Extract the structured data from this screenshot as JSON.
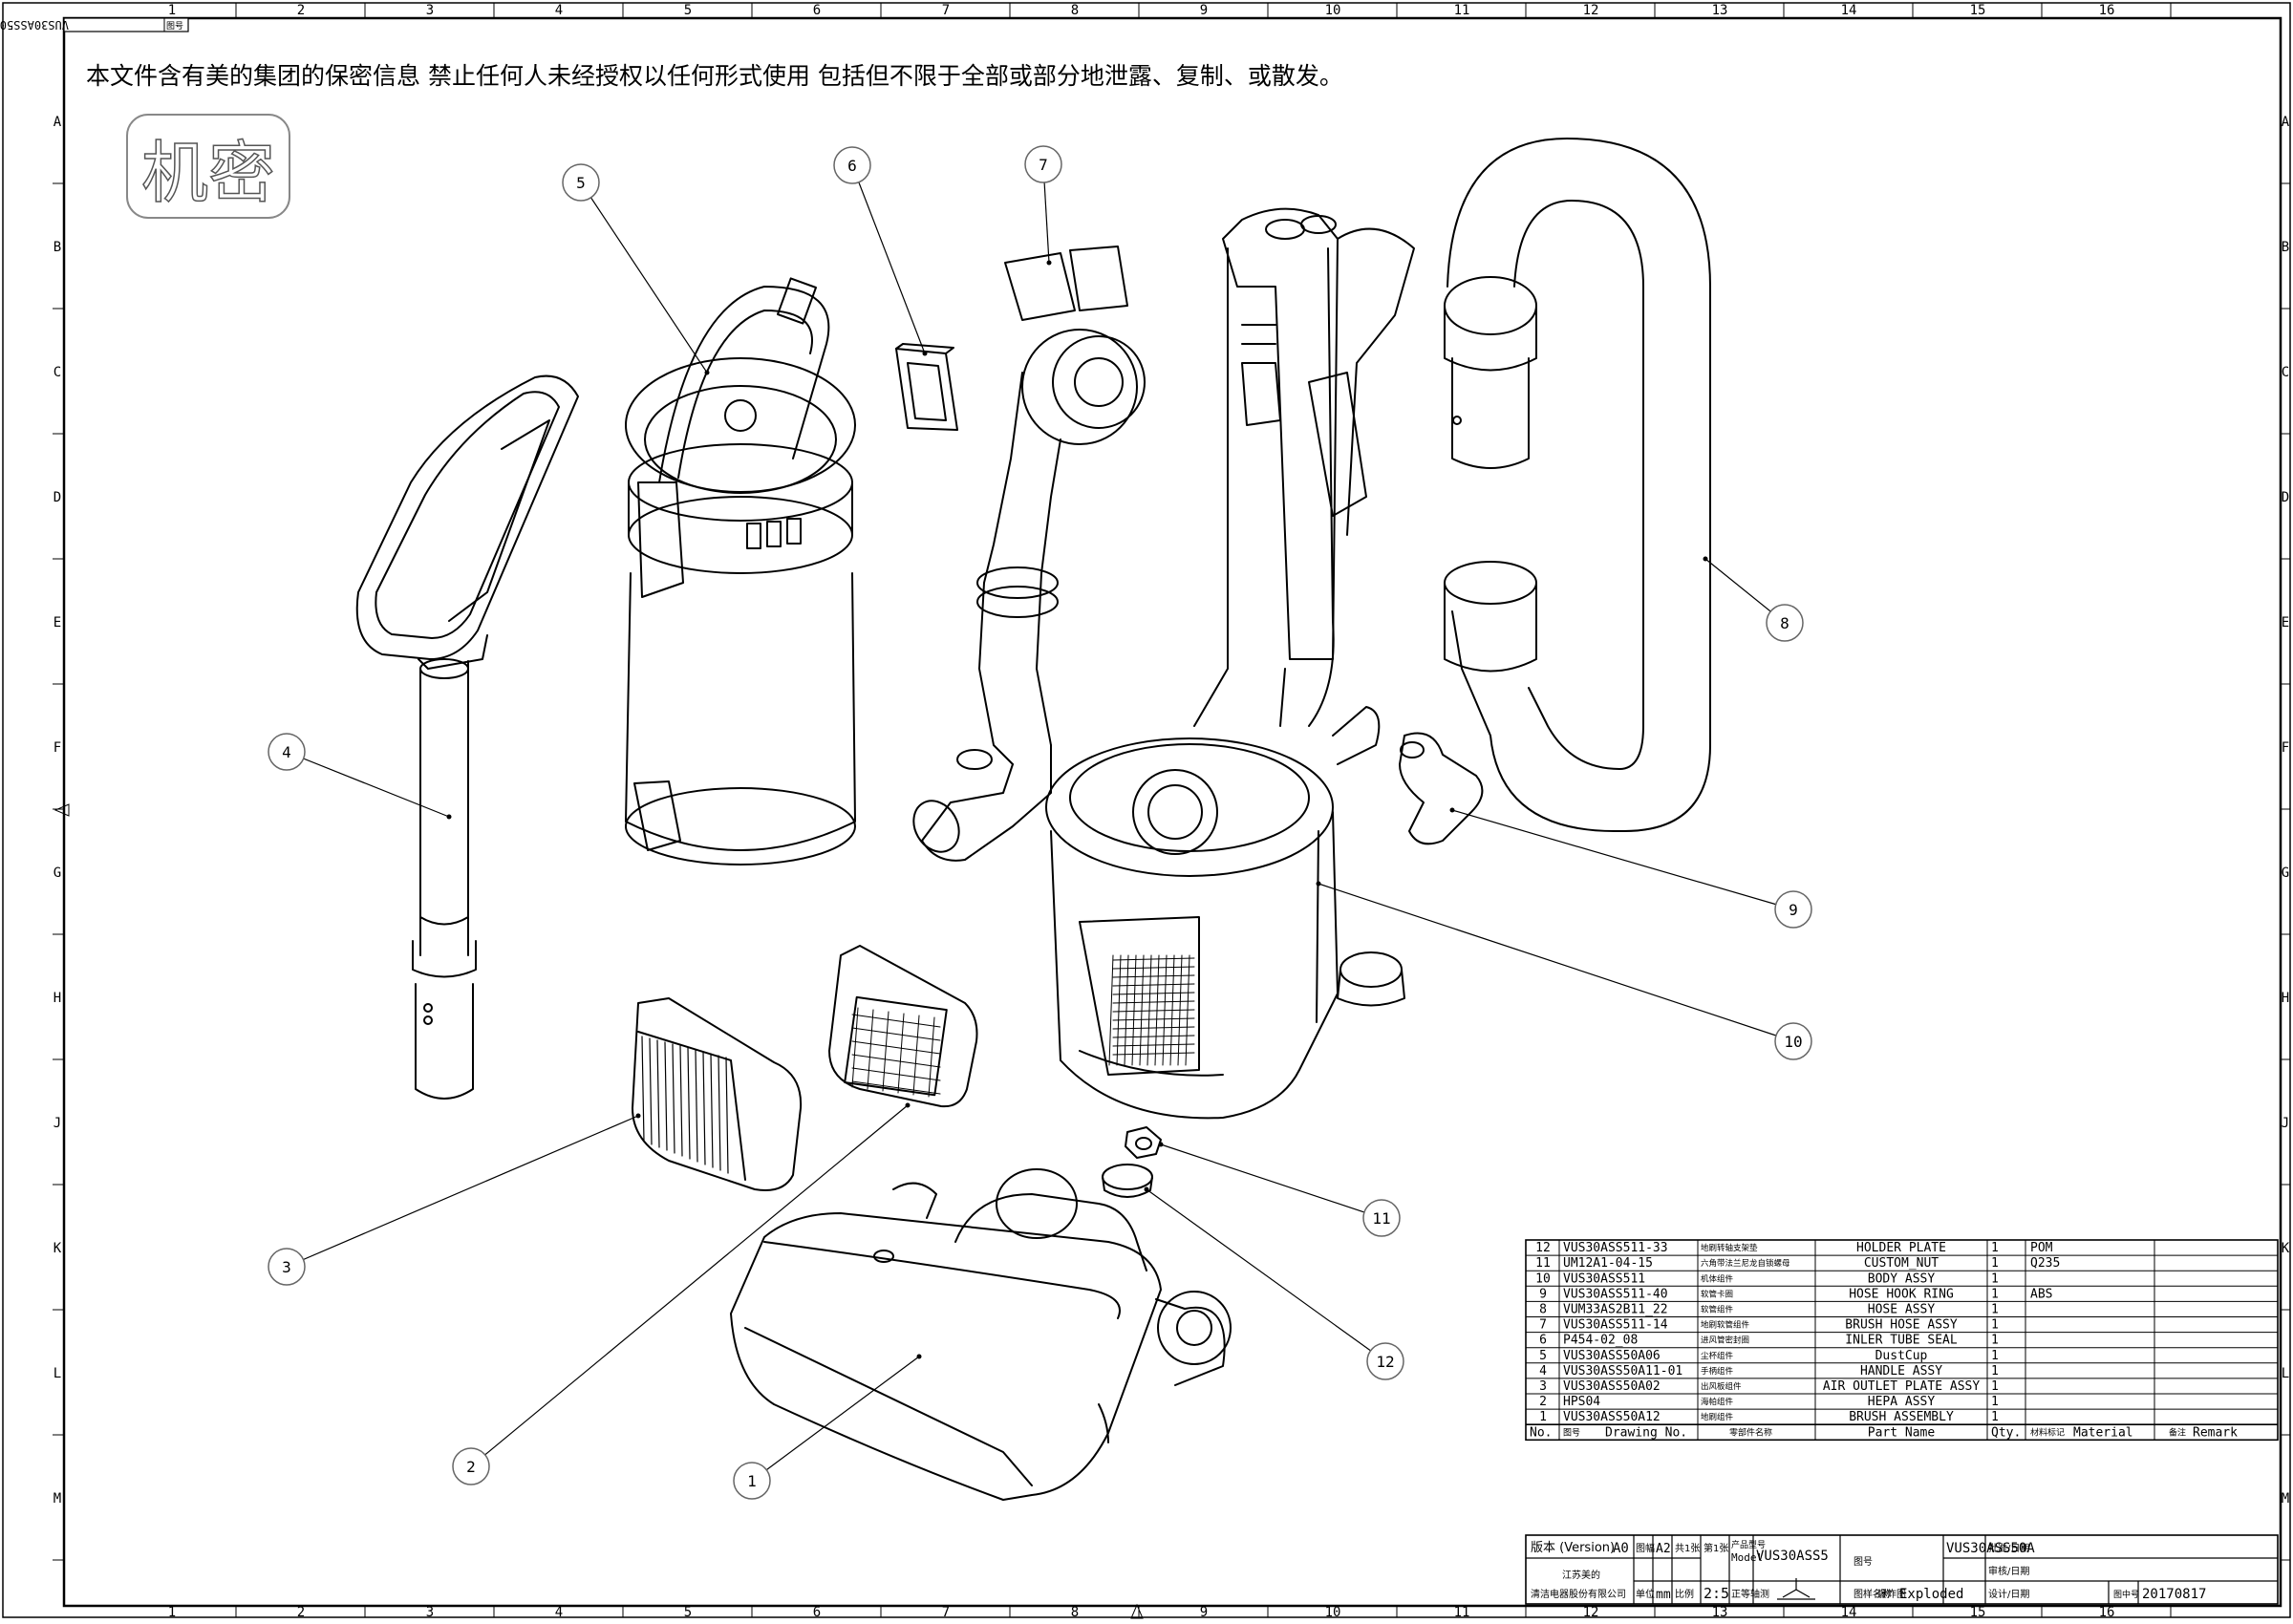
{
  "drawing_id_tab": "VUS30ASS50A",
  "drawing_id_tab_label": "图号",
  "confidential_notice": "本文件含有美的集团的保密信息  禁止任何人未经授权以任何形式使用  包括但不限于全部或部分地泄露、复制、或散发。",
  "confidential_stamp": "机密",
  "column_markers": [
    "1",
    "2",
    "3",
    "4",
    "5",
    "6",
    "7",
    "8",
    "9",
    "10",
    "11",
    "12",
    "13",
    "14",
    "15",
    "16"
  ],
  "row_markers": [
    "A",
    "B",
    "C",
    "D",
    "E",
    "F",
    "G",
    "H",
    "J",
    "K",
    "L",
    "M"
  ],
  "callouts": [
    "1",
    "2",
    "3",
    "4",
    "5",
    "6",
    "7",
    "8",
    "9",
    "10",
    "11",
    "12"
  ],
  "bom_rows": [
    {
      "no": "12",
      "drawing": "VUS30ASS511-33",
      "cn": "地刷转轴支架垫",
      "part": "HOLDER PLATE",
      "qty": "1",
      "material": "POM"
    },
    {
      "no": "11",
      "drawing": "UM12A1-04-15",
      "cn": "六角带法兰尼龙自锁螺母",
      "part": "CUSTOM_NUT",
      "qty": "1",
      "material": "Q235"
    },
    {
      "no": "10",
      "drawing": "VUS30ASS511",
      "cn": "机体组件",
      "part": "BODY ASSY",
      "qty": "1",
      "material": ""
    },
    {
      "no": "9",
      "drawing": "VUS30ASS511-40",
      "cn": "软管卡圈",
      "part": "HOSE HOOK RING",
      "qty": "1",
      "material": "ABS"
    },
    {
      "no": "8",
      "drawing": "VUM33AS2B11_22",
      "cn": "软管组件",
      "part": "HOSE ASSY",
      "qty": "1",
      "material": ""
    },
    {
      "no": "7",
      "drawing": "VUS30ASS511-14",
      "cn": "地刷软管组件",
      "part": "BRUSH HOSE ASSY",
      "qty": "1",
      "material": ""
    },
    {
      "no": "6",
      "drawing": "P454-02_08",
      "cn": "进风管密封圈",
      "part": "INLER TUBE SEAL",
      "qty": "1",
      "material": ""
    },
    {
      "no": "5",
      "drawing": "VUS30ASS50A06",
      "cn": "尘杯组件",
      "part": "DustCup",
      "qty": "1",
      "material": ""
    },
    {
      "no": "4",
      "drawing": "VUS30ASS50A11-01",
      "cn": "手柄组件",
      "part": "HANDLE ASSY",
      "qty": "1",
      "material": ""
    },
    {
      "no": "3",
      "drawing": "VUS30ASS50A02",
      "cn": "出风板组件",
      "part": "AIR OUTLET PLATE ASSY",
      "qty": "1",
      "material": ""
    },
    {
      "no": "2",
      "drawing": "HPS04",
      "cn": "海帕组件",
      "part": "HEPA ASSY",
      "qty": "1",
      "material": ""
    },
    {
      "no": "1",
      "drawing": "VUS30ASS50A12",
      "cn": "地刷组件",
      "part": "BRUSH ASSEMBLY",
      "qty": "1",
      "material": ""
    }
  ],
  "bom_header": {
    "no": "No.",
    "drawing_cn": "图号",
    "drawing": "Drawing No.",
    "part_cn": "零部件名称",
    "part": "Part Name",
    "qty": "Qty.",
    "material_cn": "材料标记",
    "material": "Material",
    "remark_cn": "备注",
    "remark": "Remark"
  },
  "title_block": {
    "version_label": "版本 (Version)",
    "version": "A0",
    "paper_label": "图幅",
    "paper": "A2",
    "total_label": "共1张",
    "sheet_label": "第1张",
    "model_label_cn": "产品型号",
    "model_label": "Model",
    "model": "VUS30ASS5",
    "drawing_label": "图号",
    "drawing_no": "VUS30ASS50A",
    "approve_label": "批准/日期",
    "review_label": "审核/日期",
    "design_label": "设计/日期",
    "company_line1": "江苏美的",
    "company_line2": "清洁电器股份有限公司",
    "unit_label": "单位",
    "unit": "mm",
    "scale_label": "比例",
    "scale": "2:5",
    "projection_label": "正等轴测",
    "name_label": "图样名称",
    "name_cn": "爆炸图",
    "name": "Exploded",
    "date_label": "图中号",
    "date": "20170817"
  }
}
